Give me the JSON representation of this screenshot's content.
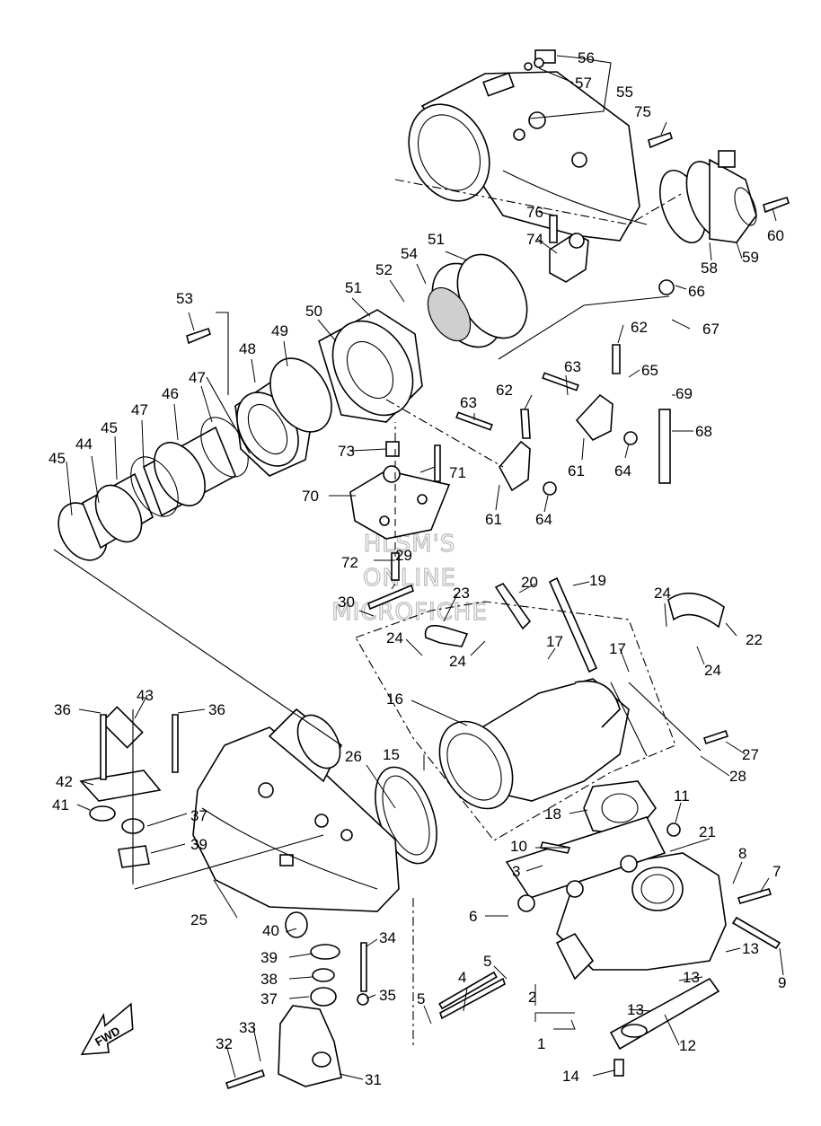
{
  "watermark": [
    "HLSM'S",
    "ONLINE",
    "MICROFICHE"
  ],
  "direction_arrow": "FWD",
  "callouts": [
    "1",
    "2",
    "3",
    "4",
    "5",
    "5",
    "6",
    "7",
    "8",
    "9",
    "10",
    "11",
    "12",
    "13",
    "13",
    "13",
    "13",
    "14",
    "15",
    "16",
    "17",
    "17",
    "18",
    "19",
    "20",
    "21",
    "22",
    "23",
    "24",
    "24",
    "24",
    "24",
    "25",
    "26",
    "27",
    "28",
    "29",
    "30",
    "31",
    "32",
    "33",
    "34",
    "35",
    "36",
    "36",
    "37",
    "37",
    "38",
    "39",
    "39",
    "40",
    "41",
    "42",
    "43",
    "44",
    "45",
    "45",
    "46",
    "47",
    "47",
    "48",
    "49",
    "50",
    "51",
    "51",
    "52",
    "53",
    "54",
    "55",
    "56",
    "57",
    "58",
    "59",
    "60",
    "61",
    "61",
    "62",
    "62",
    "63",
    "63",
    "64",
    "64",
    "65",
    "66",
    "67",
    "68",
    "69",
    "70",
    "71",
    "72",
    "73",
    "74",
    "75",
    "76"
  ]
}
